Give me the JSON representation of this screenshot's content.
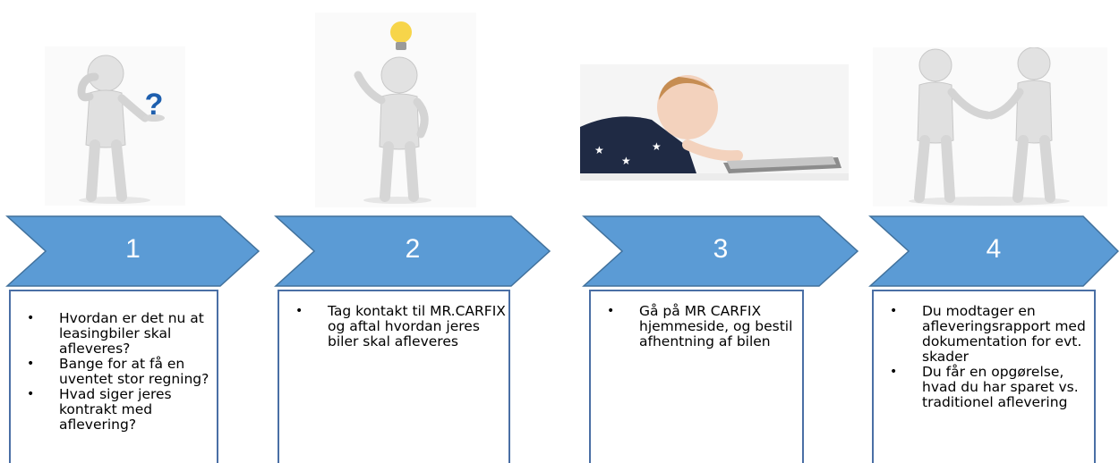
{
  "steps": [
    {
      "number": "1",
      "image_icon": "thinking-figure-question-mark-icon",
      "bullets": [
        "Hvordan er det nu at leasingbiler skal afleveres?",
        "Bange for at få en uventet stor regning?",
        "Hvad siger jeres kontrakt med aflevering?"
      ]
    },
    {
      "number": "2",
      "image_icon": "idea-figure-lightbulb-icon",
      "bullets": [
        "Tag kontakt til MR.CARFIX og aftal hvordan jeres biler skal afleveres"
      ]
    },
    {
      "number": "3",
      "image_icon": "baby-with-tablet-icon",
      "bullets": [
        "Gå på MR CARFIX hjemmeside, og bestil afhentning af bilen"
      ]
    },
    {
      "number": "4",
      "image_icon": "handshake-figures-icon",
      "bullets": [
        "Du modtager en afleveringsrapport med dokumentation for evt. skader",
        "Du får en opgørelse, hvad du har sparet vs. traditionel aflevering"
      ]
    }
  ],
  "colors": {
    "chevron_fill": "#5b9bd5",
    "chevron_stroke": "#41719c",
    "box_border": "#4a6fa5",
    "figure": "#d9d9d9"
  }
}
